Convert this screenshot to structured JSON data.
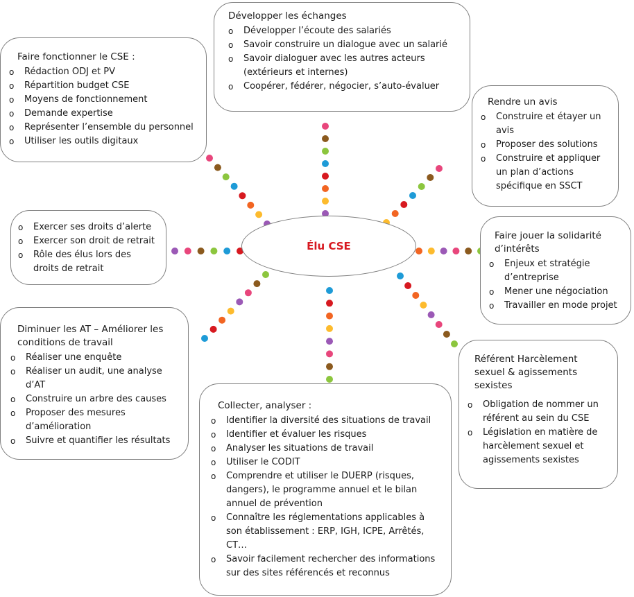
{
  "center": {
    "label": "Élu CSE",
    "color": "#d71920"
  },
  "dot_colors": [
    "#e8467c",
    "#8b5a1e",
    "#8cc63e",
    "#1e9bd7",
    "#d71920",
    "#f26522",
    "#fdbb2d",
    "#9b59b6"
  ],
  "boxes": {
    "echanges": {
      "title": "Développer les échanges",
      "items": [
        "Développer l’écoute des salariés",
        "Savoir construire un dialogue avec un salarié",
        "Savoir dialoguer avec les autres acteurs (extérieurs et internes)",
        "Coopérer, fédérer, négocier, s’auto-évaluer"
      ]
    },
    "fonctionner": {
      "title": "Faire fonctionner le CSE :",
      "items": [
        "Rédaction ODJ et PV",
        "Répartition budget CSE",
        "Moyens de fonctionnement",
        "Demande expertise",
        "Représenter l’ensemble du personnel",
        "Utiliser les outils digitaux"
      ]
    },
    "avis": {
      "title": "Rendre un avis",
      "items": [
        "Construire et étayer un avis",
        "Proposer des solutions",
        "Construire et appliquer un plan d’actions spécifique en SSCT"
      ]
    },
    "alerte": {
      "title": "",
      "items": [
        "Exercer ses droits d’alerte",
        "Exercer son droit de retrait",
        "Rôle des élus lors des droits de retrait"
      ]
    },
    "solidarite": {
      "title": "Faire jouer la solidarité d’intérêts",
      "items": [
        "Enjeux et stratégie d’entreprise",
        "Mener une négociation",
        "Travailler en mode projet"
      ]
    },
    "diminuer": {
      "title": "Diminuer les AT – Améliorer les conditions de travail",
      "items": [
        "Réaliser une enquête",
        "Réaliser un audit, une analyse d’AT",
        "Construire un arbre des causes",
        "Proposer des mesures d’amélioration",
        "Suivre et quantifier les résultats"
      ]
    },
    "referent": {
      "title": "Référent Harcèlement sexuel & agissements sexistes",
      "items": [
        "Obligation de nommer un référent au sein du CSE",
        "Législation en matière de harcèlement sexuel et agissements sexistes"
      ]
    },
    "collecter": {
      "title": "Collecter, analyser :",
      "items": [
        "Identifier la diversité des situations de travail",
        "Identifier et évaluer les risques",
        "Analyser les situations de travail",
        "Utiliser le CODIT",
        "Comprendre et utiliser le DUERP (risques, dangers), le programme annuel et le bilan annuel de prévention",
        "Connaître les réglementations applicables à son établissement : ERP, IGH, ICPE, Arrêtés, CT…",
        "Savoir facilement rechercher des informations sur des sites référencés et reconnus"
      ]
    }
  }
}
